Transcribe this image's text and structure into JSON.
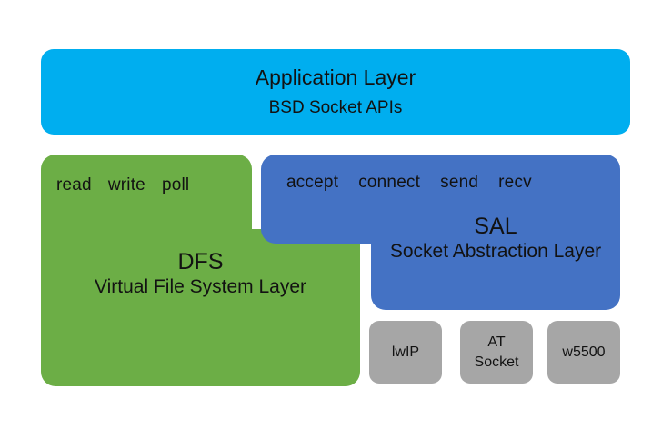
{
  "diagram": {
    "title": "RT-Thread network stack layered architecture",
    "background": "#ffffff",
    "colors": {
      "application_layer": "#00AEEF",
      "dfs_layer": "#6CAE46",
      "sal_layer": "#4472C4",
      "driver_boxes": "#A6A6A6",
      "text": "#121212"
    },
    "application_layer": {
      "title": "Application Layer",
      "subtitle": "BSD Socket APIs"
    },
    "dfs_layer": {
      "name": "DFS",
      "full_name": "Virtual File System Layer",
      "apis": [
        "read",
        "write",
        "poll"
      ]
    },
    "sal_layer": {
      "name": "SAL",
      "full_name": "Socket Abstraction Layer",
      "apis": [
        "accept",
        "connect",
        "send",
        "recv"
      ]
    },
    "driver_boxes": [
      {
        "label": "lwIP",
        "lines": [
          "lwIP"
        ]
      },
      {
        "label": "AT Socket",
        "lines": [
          "AT",
          "Socket"
        ]
      },
      {
        "label": "w5500",
        "lines": [
          "w5500"
        ]
      }
    ]
  }
}
